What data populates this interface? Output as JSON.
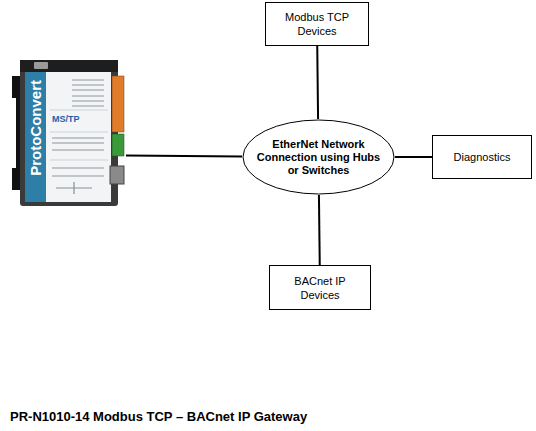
{
  "diagram": {
    "title": "PR-N1010-14 Modbus TCP – BACnet IP Gateway",
    "nodes": [
      {
        "text": [
          "ProtoConvert",
          "MS/TP"
        ]
      },
      {
        "text": [
          "Modbus TCP Devices"
        ]
      },
      {
        "text": [
          "EtherNet Network Connection using Hubs or Switches"
        ]
      },
      {
        "text": [
          "Diagnostics"
        ]
      },
      {
        "text": [
          "BACnet IP Devices"
        ]
      }
    ],
    "edges": [
      {
        "from": 0,
        "to": 2,
        "arrow": "none"
      },
      {
        "from": 1,
        "to": 2,
        "arrow": "none"
      },
      {
        "from": 2,
        "to": 3,
        "arrow": "none"
      },
      {
        "from": 2,
        "to": 4,
        "arrow": "none"
      }
    ]
  }
}
